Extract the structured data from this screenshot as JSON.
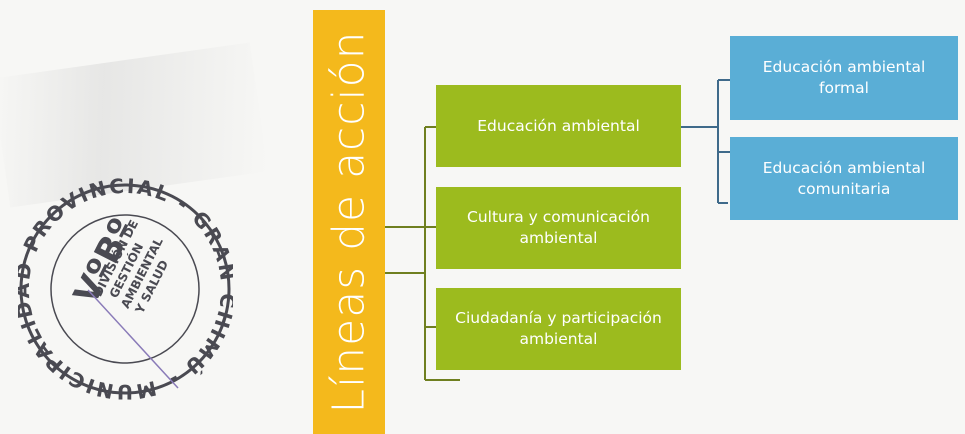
{
  "title": "Líneas de acción",
  "green_boxes": [
    {
      "label": "Educación ambiental"
    },
    {
      "label": "Cultura y comunicación ambiental"
    },
    {
      "label": "Ciudadanía y participación ambiental"
    }
  ],
  "blue_boxes": [
    {
      "label": "Educación ambiental formal"
    },
    {
      "label": "Educación ambiental comunitaria"
    }
  ],
  "stamp": {
    "ring_text": "MUNICIPALIDAD PROVINCIAL - GRAN CHIMÚ -",
    "center_mark": "VºBº",
    "division_text": "DIVISIÓN DE GESTIÓN AMBIENTAL Y SALUD"
  },
  "colors": {
    "title_bar": "#f4b91c",
    "green": "#9cbb1e",
    "blue": "#5aaed6",
    "stamp_ink": "#4a4a52"
  }
}
